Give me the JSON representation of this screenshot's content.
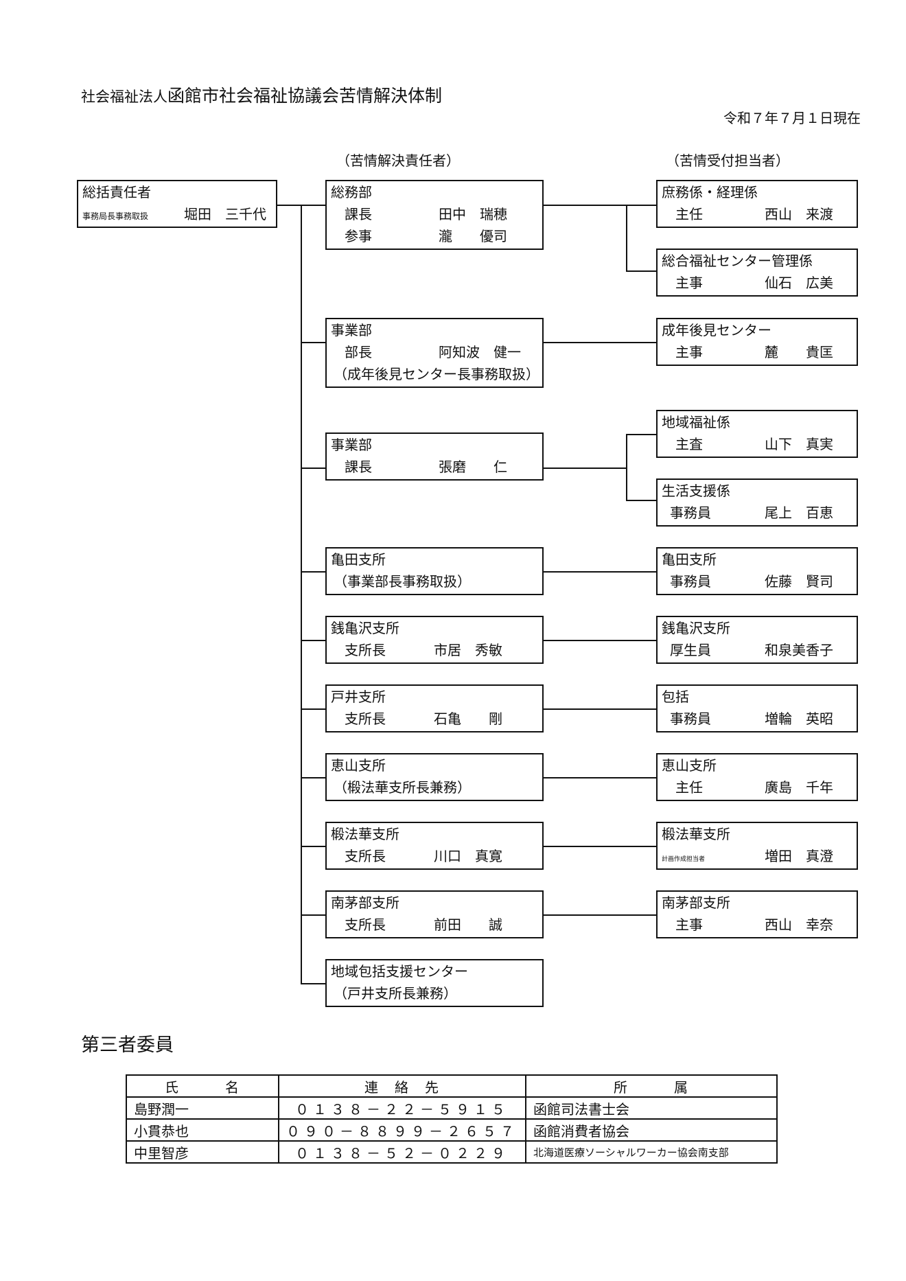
{
  "header": {
    "title_prefix": "社会福祉法人",
    "title_main": "函館市社会福祉協議会苦情解決体制",
    "date": "令和７年７月１日現在"
  },
  "columns": {
    "left": "（苦情解決責任者）",
    "right": "（苦情受付担当者）"
  },
  "head": {
    "label": "総括責任者",
    "role": "事務局長事務取扱",
    "name": "堀田　三千代"
  },
  "responsible": [
    {
      "unit": "総務部",
      "rows": [
        [
          "課長",
          "田中　瑞穂"
        ],
        [
          "参事",
          "瀧　　優司"
        ]
      ]
    },
    {
      "unit": "事業部",
      "rows": [
        [
          "部長",
          "阿知波　健一"
        ]
      ],
      "note": "（成年後見センター長事務取扱）"
    },
    {
      "unit": "事業部",
      "rows": [
        [
          "課長",
          "張磨　　仁"
        ]
      ]
    },
    {
      "unit": "亀田支所",
      "note": "（事業部長事務取扱）"
    },
    {
      "unit": "銭亀沢支所",
      "rows": [
        [
          "支所長",
          "市居　秀敏"
        ]
      ]
    },
    {
      "unit": "戸井支所",
      "rows": [
        [
          "支所長",
          "石亀　　剛"
        ]
      ]
    },
    {
      "unit": "恵山支所",
      "note": "（椴法華支所長兼務）"
    },
    {
      "unit": "椴法華支所",
      "rows": [
        [
          "支所長",
          "川口　真寛"
        ]
      ]
    },
    {
      "unit": "南茅部支所",
      "rows": [
        [
          "支所長",
          "前田　　誠"
        ]
      ]
    },
    {
      "unit": "地域包括支援センター",
      "note": "（戸井支所長兼務）"
    }
  ],
  "receivers": [
    {
      "unit": "庶務係・経理係",
      "title": "主任",
      "name": "西山　来渡"
    },
    {
      "unit": "総合福祉センター管理係",
      "title": "主事",
      "name": "仙石　広美"
    },
    {
      "unit": "成年後見センター",
      "title": "主事",
      "name": "麓　　貴匡"
    },
    {
      "unit": "地域福祉係",
      "title": "主査",
      "name": "山下　真実"
    },
    {
      "unit": "生活支援係",
      "title": "事務員",
      "name": "尾上　百恵"
    },
    {
      "unit": "亀田支所",
      "title": "事務員",
      "name": "佐藤　賢司"
    },
    {
      "unit": "銭亀沢支所",
      "title": "厚生員",
      "name": "和泉美香子"
    },
    {
      "unit": "包括",
      "title": "事務員",
      "name": "増輪　英昭"
    },
    {
      "unit": "恵山支所",
      "title": "主任",
      "name": "廣島　千年"
    },
    {
      "unit": "椴法華支所",
      "title": "計画作成担当者",
      "name": "増田　真澄"
    },
    {
      "unit": "南茅部支所",
      "title": "主事",
      "name": "西山　幸奈"
    }
  ],
  "third_party": {
    "heading": "第三者委員",
    "headers": [
      "氏　　　名",
      "連　絡　先",
      "所　　　属"
    ],
    "rows": [
      [
        "島野潤一",
        "０１３８－２２－５９１５",
        "函館司法書士会"
      ],
      [
        "小貫恭也",
        "０９０－８８９９－２６５７",
        "函館消費者協会"
      ],
      [
        "中里智彦",
        "０１３８－５２－０２２９",
        "北海道医療ソーシャルワーカー協会南支部"
      ]
    ]
  }
}
